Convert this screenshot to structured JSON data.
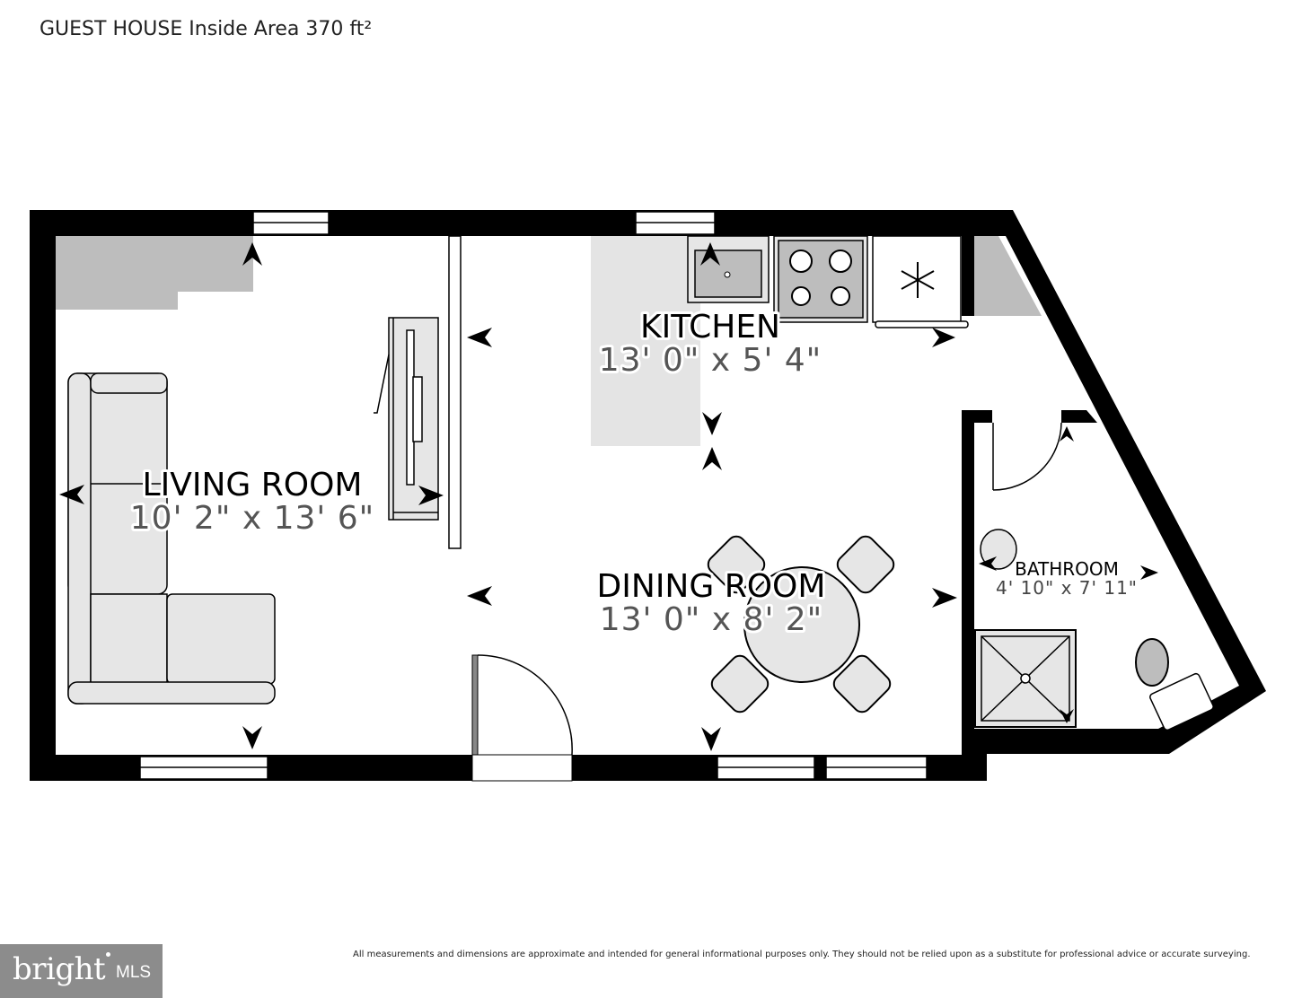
{
  "header": {
    "title": "GUEST HOUSE Inside Area 370 ft²"
  },
  "rooms": {
    "living": {
      "name": "LIVING ROOM",
      "dims": "10' 2\" x 13' 6\""
    },
    "kitchen": {
      "name": "KITCHEN",
      "dims": "13' 0\" x 5' 4\""
    },
    "dining": {
      "name": "DINING ROOM",
      "dims": "13' 0\" x 8' 2\""
    },
    "bathroom": {
      "name": "BATHROOM",
      "dims": "4' 10\" x 7' 11\""
    }
  },
  "footer": {
    "disclaimer": "All measurements and dimensions are approximate and intended for general informational purposes only. They should not be relied upon as a substitute for professional advice or accurate surveying.",
    "logo_main": "bright",
    "logo_sub": "MLS"
  },
  "colors": {
    "wall": "#000000",
    "fill_gray": "#bdbdbd",
    "furniture": "#e6e6e6",
    "logo_bg": "#8c8c8c"
  }
}
